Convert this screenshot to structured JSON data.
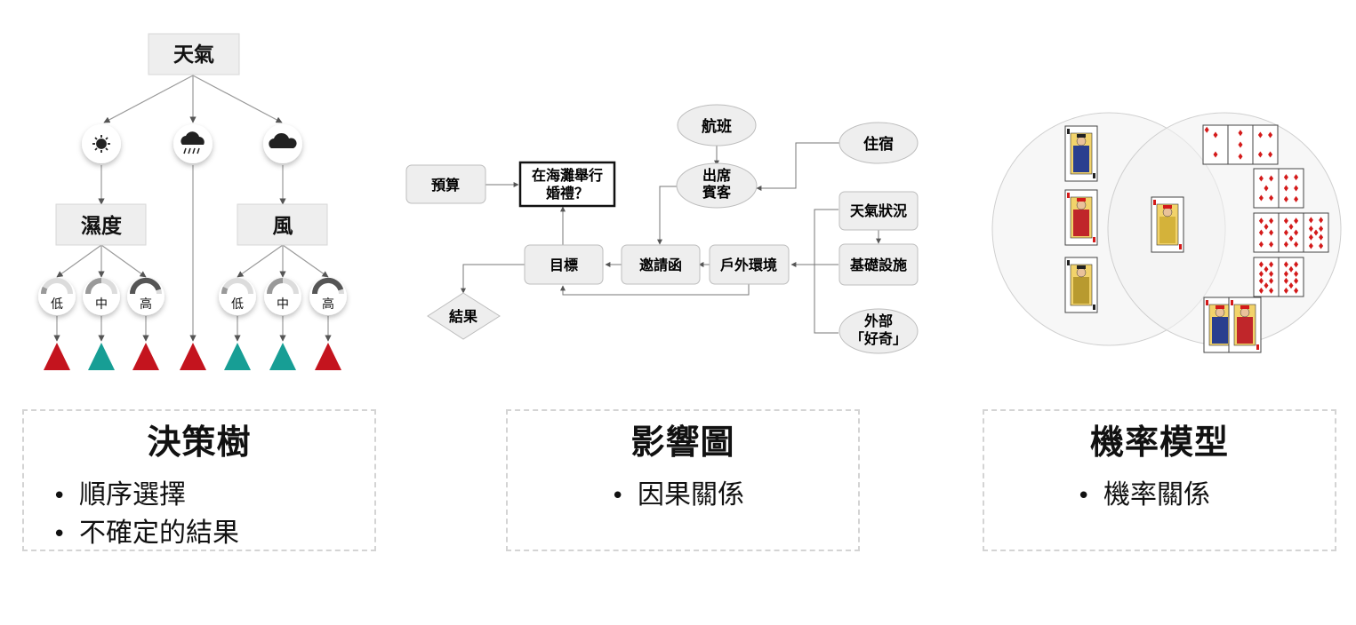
{
  "decision_tree": {
    "root": "天氣",
    "weather_icons": [
      "sun-icon",
      "storm-icon",
      "cloud-icon"
    ],
    "branches": [
      "濕度",
      "風"
    ],
    "levels": [
      "低",
      "中",
      "高",
      "低",
      "中",
      "高"
    ],
    "gauge_fill": [
      0.15,
      0.5,
      0.9,
      0.15,
      0.5,
      0.9
    ],
    "outcomes": [
      "bad",
      "good",
      "bad",
      "bad",
      "good",
      "good",
      "bad"
    ]
  },
  "influence_diagram": {
    "nodes": {
      "flight": "航班",
      "attend": "出席\n賓客",
      "lodging": "住宿",
      "budget": "預算",
      "decision": "在海灘舉行\n婚禮？",
      "weather": "天氣狀況",
      "goal": "目標",
      "invitation": "邀請函",
      "outdoor": "戶外環境",
      "infrastructure": "基礎設施",
      "outcome": "結果",
      "curiosity": "外部\n「好奇」"
    }
  },
  "probability_model": {
    "left_cards": [
      "queen-of-spades",
      "queen-of-hearts",
      "queen-of-clubs"
    ],
    "center_card": "queen-of-diamonds",
    "right_cards": [
      "two-of-diamonds",
      "three-of-diamonds",
      "four-of-diamonds",
      "five-of-diamonds",
      "six-of-diamonds",
      "seven-of-diamonds",
      "eight-of-diamonds",
      "nine-of-diamonds",
      "ten-of-diamonds",
      "jack-of-diamonds",
      "king-of-diamonds"
    ]
  },
  "captions": [
    {
      "title": "決策樹",
      "items": [
        "順序選擇",
        "不確定的結果"
      ]
    },
    {
      "title": "影響圖",
      "items": [
        "因果關係"
      ]
    },
    {
      "title": "機率模型",
      "items": [
        "機率關係"
      ]
    }
  ],
  "colors": {
    "bad_outcome": "#c4141e",
    "good_outcome": "#179e95",
    "node_fill": "#eeeeee",
    "edge": "#9a9a9a",
    "diamond_suit": "#d41a1a",
    "black_suit": "#222222"
  }
}
